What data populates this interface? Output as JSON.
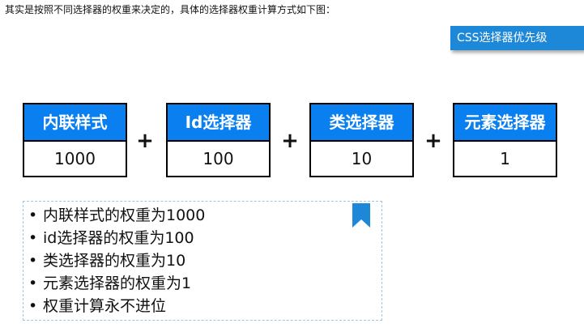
{
  "intro_text": "其实是按照不同选择器的权重来决定的，具体的选择器权重计算方式如下图：",
  "title_tag": "CSS选择器优先级",
  "weights": [
    {
      "label": "内联样式",
      "value": "1000"
    },
    {
      "label": "Id选择器",
      "value": "100"
    },
    {
      "label": "类选择器",
      "value": "10"
    },
    {
      "label": "元素选择器",
      "value": "1"
    }
  ],
  "operator": "+",
  "notes": [
    "内联样式的权重为1000",
    "id选择器的权重为100",
    "类选择器的权重为10",
    "元素选择器的权重为1",
    "权重计算永不进位"
  ],
  "colors": {
    "header_blue": "#0a80f0",
    "tag_blue": "#1e88d8",
    "border": "#000000",
    "notes_border": "#9cc6e8"
  },
  "icons": {
    "notes_corner": "bookmark-icon"
  }
}
